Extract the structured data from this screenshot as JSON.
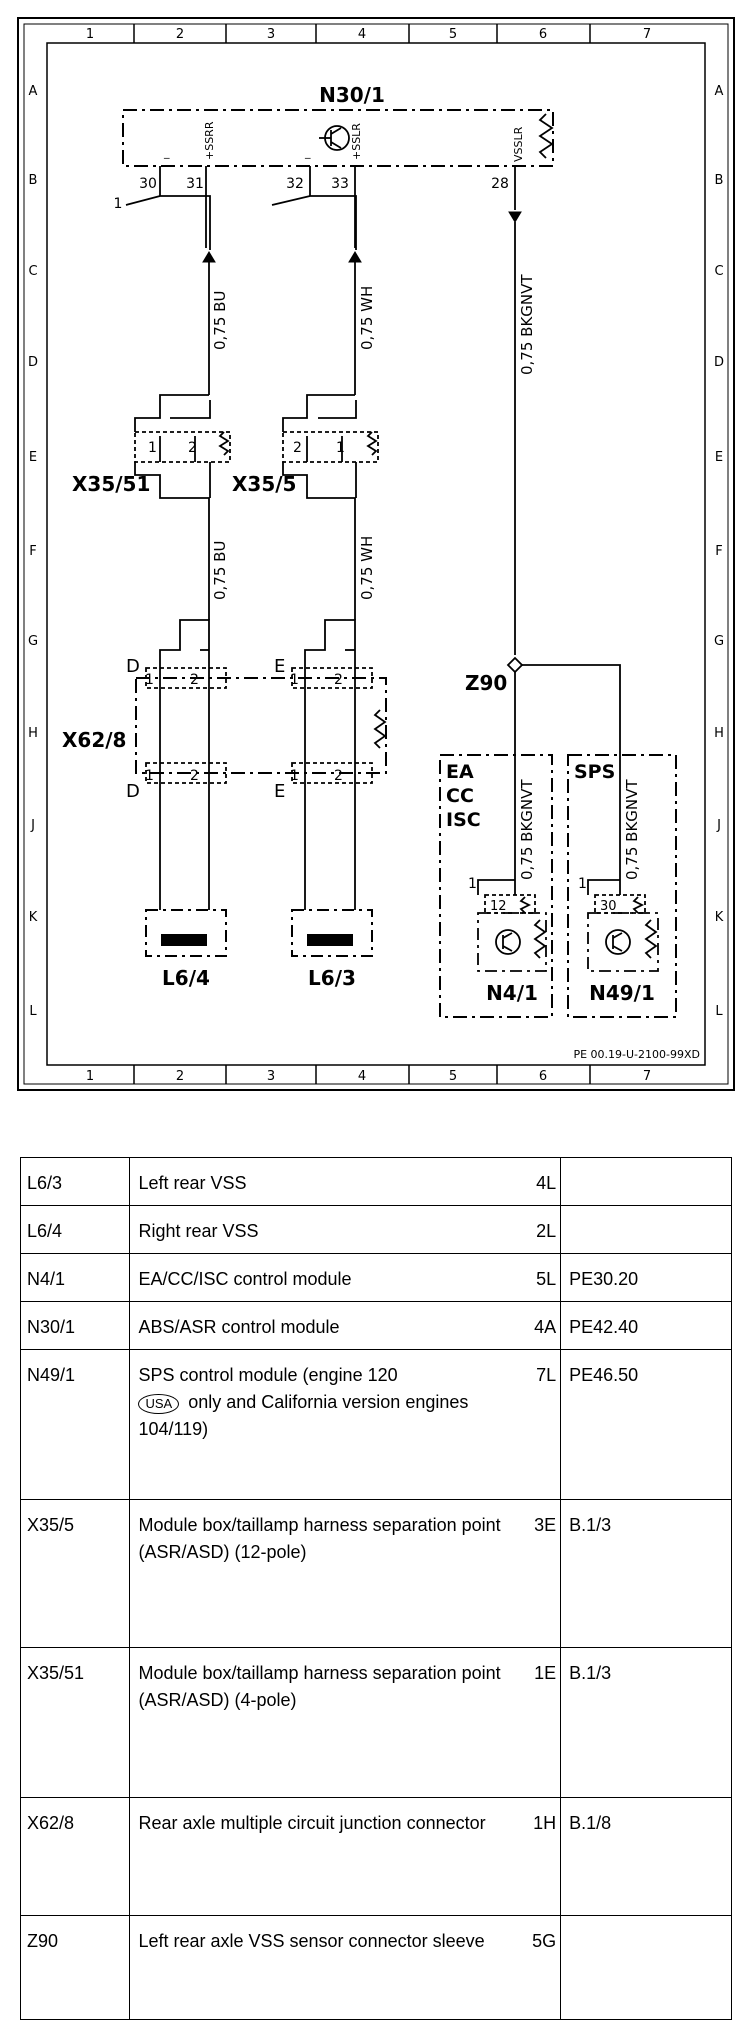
{
  "grid": {
    "columns": [
      "1",
      "2",
      "3",
      "4",
      "5",
      "6",
      "7"
    ],
    "rows": [
      "A",
      "B",
      "C",
      "D",
      "E",
      "F",
      "G",
      "H",
      "J",
      "K",
      "L"
    ]
  },
  "components": {
    "n30_1": "N30/1",
    "x35_51": "X35/51",
    "x35_5": "X35/5",
    "x62_8": "X62/8",
    "z90": "Z90",
    "l6_4": "L6/4",
    "l6_3": "L6/3",
    "n4_1": "N4/1",
    "n49_1": "N49/1",
    "box_ea": "EA",
    "box_cc": "CC",
    "box_isc": "ISC",
    "box_sps": "SPS"
  },
  "pins": {
    "p30": "30",
    "p31": "31",
    "p32": "32",
    "p33": "33",
    "p28": "28",
    "ssrr": "+SSRR",
    "sslr": "+SSLR",
    "vsslr": "VSSLR",
    "minus": "_",
    "one": "1",
    "two": "2",
    "twelve": "12",
    "thirty": "30",
    "d": "D",
    "e": "E"
  },
  "wires": {
    "bu": "0,75 BU",
    "wh": "0,75 WH",
    "bkgnvt": "0,75 BKGNVT"
  },
  "footer_code": "PE 00.19-U-2100-99XD",
  "legend": [
    {
      "code": "L6/3",
      "desc": "Left rear VSS",
      "grid": "4L",
      "ref": ""
    },
    {
      "code": "L6/4",
      "desc": "Right rear VSS",
      "grid": "2L",
      "ref": ""
    },
    {
      "code": "N4/1",
      "desc": "EA/CC/ISC control module",
      "grid": "5L",
      "ref": "PE30.20"
    },
    {
      "code": "N30/1",
      "desc": "ABS/ASR control module",
      "grid": "4A",
      "ref": "PE42.40"
    },
    {
      "code": "N49/1",
      "desc_a": "SPS control module (engine 120",
      "desc_usa": "USA",
      "desc_b": "only and California version engines 104/119)",
      "grid": "7L",
      "ref": "PE46.50"
    },
    {
      "code": "X35/5",
      "desc": "Module box/taillamp harness separation point (ASR/ASD) (12-pole)",
      "grid": "3E",
      "ref": "B.1/3"
    },
    {
      "code": "X35/51",
      "desc": "Module box/taillamp harness separation point (ASR/ASD) (4-pole)",
      "grid": "1E",
      "ref": "B.1/3"
    },
    {
      "code": "X62/8",
      "desc": "Rear axle multiple circuit junction connector",
      "grid": "1H",
      "ref": "B.1/8"
    },
    {
      "code": "Z90",
      "desc": "Left rear axle VSS sensor connector sleeve",
      "grid": "5G",
      "ref": ""
    }
  ]
}
